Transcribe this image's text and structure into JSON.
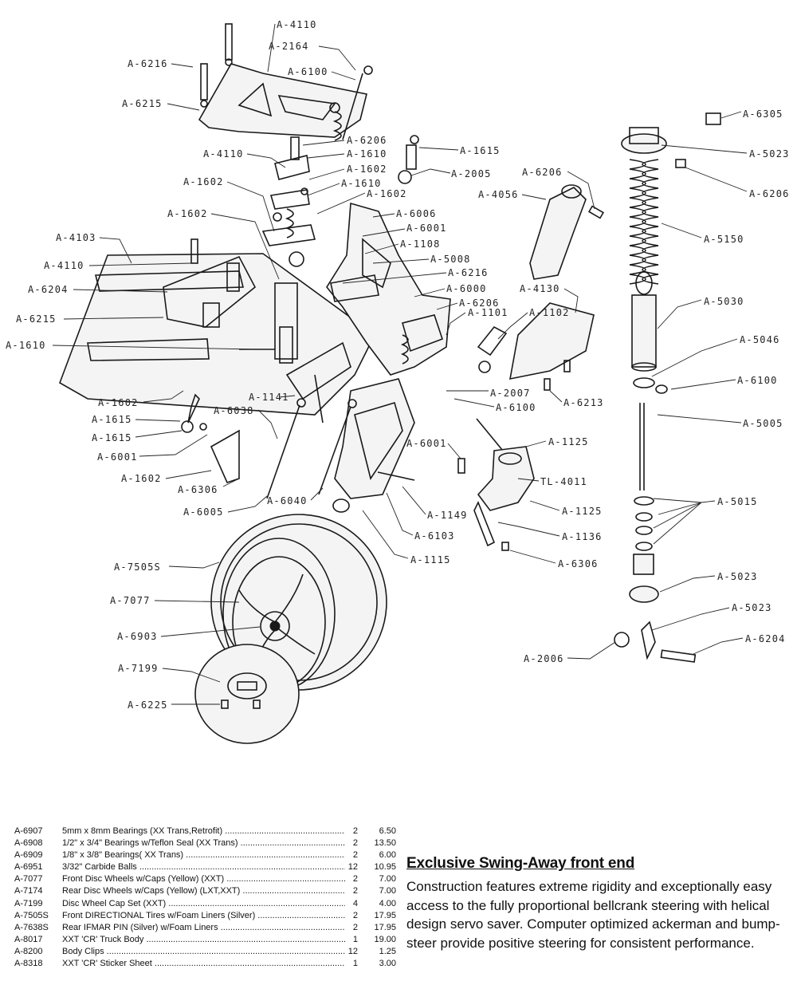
{
  "diagram": {
    "callouts": [
      "A-4110",
      "A-2164",
      "A-6216",
      "A-6100",
      "A-6215",
      "A-6305",
      "A-6206",
      "A-1610",
      "A-1615",
      "A-5023",
      "A-4110",
      "A-1602",
      "A-2005",
      "A-6206",
      "A-1610",
      "A-1602",
      "A-1602",
      "A-4056",
      "A-6206",
      "A-6006",
      "A-1602",
      "A-6001",
      "A-4103",
      "A-1108",
      "A-5150",
      "A-4110",
      "A-5008",
      "A-6216",
      "A-6204",
      "A-6000",
      "A-4130",
      "A-6206",
      "A-5030",
      "A-1101",
      "A-1102",
      "A-6215",
      "A-5046",
      "A-1610",
      "A-6100",
      "A-2007",
      "A-1602",
      "A-6213",
      "A-1141",
      "A-6100",
      "A-1615",
      "A-6038",
      "A-5005",
      "A-1615",
      "A-6001",
      "A-1125",
      "A-6001",
      "A-1602",
      "TL-4011",
      "A-6306",
      "A-5015",
      "A-6040",
      "A-6005",
      "A-1125",
      "A-1149",
      "A-6103",
      "A-1136",
      "A-1115",
      "A-6306",
      "A-7505S",
      "A-5023",
      "A-7077",
      "A-5023",
      "A-6903",
      "A-6204",
      "A-2006",
      "A-7199",
      "A-6225"
    ]
  },
  "parts_list": [
    {
      "code": "A-6907",
      "desc": "5mm x 8mm Bearings (XX Trans,Retrofit)",
      "qty": "2",
      "price": "6.50"
    },
    {
      "code": "A-6908",
      "desc": "1/2\" x 3/4\" Bearings w/Teflon Seal (XX Trans)",
      "qty": "2",
      "price": "13.50"
    },
    {
      "code": "A-6909",
      "desc": "1/8\" x 3/8\" Bearings( XX Trans)",
      "qty": "2",
      "price": "6.00"
    },
    {
      "code": "A-6951",
      "desc": "3/32\" Carbide Balls",
      "qty": "12",
      "price": "10.95"
    },
    {
      "code": "A-7077",
      "desc": "Front Disc Wheels w/Caps (Yellow) (XXT)",
      "qty": "2",
      "price": "7.00"
    },
    {
      "code": "A-7174",
      "desc": "Rear Disc Wheels w/Caps (Yellow) (LXT,XXT)",
      "qty": "2",
      "price": "7.00"
    },
    {
      "code": "A-7199",
      "desc": "Disc Wheel Cap Set (XXT)",
      "qty": "4",
      "price": "4.00"
    },
    {
      "code": "A-7505S",
      "desc": "Front DIRECTIONAL Tires w/Foam Liners (Silver)",
      "qty": "2",
      "price": "17.95"
    },
    {
      "code": "A-7638S",
      "desc": "Rear IFMAR PIN (Silver) w/Foam Liners",
      "qty": "2",
      "price": "17.95"
    },
    {
      "code": "A-8017",
      "desc": "XXT 'CR' Truck Body",
      "qty": "1",
      "price": "19.00"
    },
    {
      "code": "A-8200",
      "desc": "Body Clips",
      "qty": "12",
      "price": "1.25"
    },
    {
      "code": "A-8318",
      "desc": "XXT 'CR' Sticker Sheet",
      "qty": "1",
      "price": "3.00"
    }
  ],
  "feature": {
    "title": "Exclusive Swing-Away front end",
    "body": "Construction features extreme rigidity and exceptionally easy access to the fully proportional bellcrank steering with helical design servo saver. Computer optimized ackerman and bump-steer provide positive steering for consistent performance."
  }
}
